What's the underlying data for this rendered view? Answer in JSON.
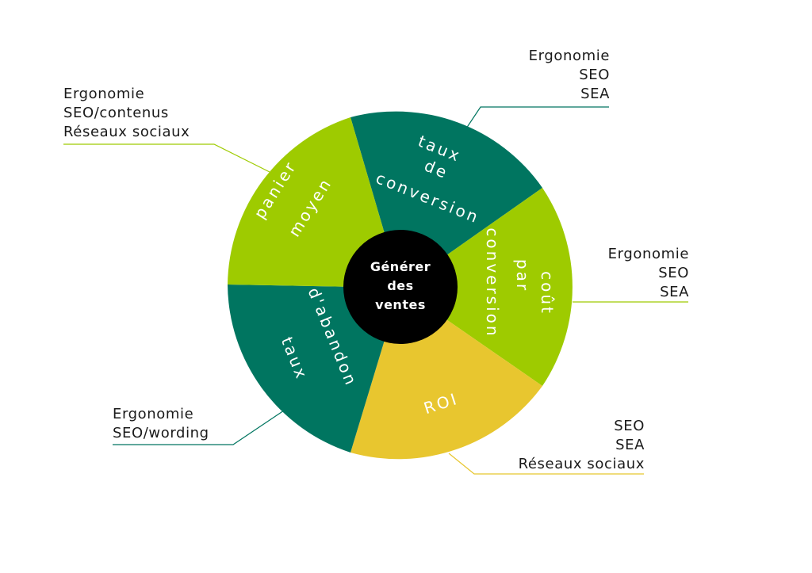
{
  "center": {
    "lines": [
      "Générer",
      "des",
      "ventes"
    ]
  },
  "segments": [
    {
      "id": "taux-conversion",
      "lines": [
        "taux",
        "de",
        "conversion"
      ],
      "color": "#007560"
    },
    {
      "id": "cout-conversion",
      "lines": [
        "coût",
        "par",
        "conversion"
      ],
      "color": "#9ecb00"
    },
    {
      "id": "roi",
      "lines": [
        "ROI"
      ],
      "color": "#e8c62f"
    },
    {
      "id": "taux-abandon",
      "lines": [
        "taux",
        "d'abandon"
      ],
      "color": "#007560"
    },
    {
      "id": "panier-moyen",
      "lines": [
        "panier",
        "moyen"
      ],
      "color": "#9ecb00"
    }
  ],
  "annotations": {
    "taux_conversion": [
      "Ergonomie",
      "SEO",
      "SEA"
    ],
    "cout_conversion": [
      "Ergonomie",
      "SEO",
      "SEA"
    ],
    "roi": [
      "SEO",
      "SEA",
      "Réseaux sociaux"
    ],
    "taux_abandon": [
      "Ergonomie",
      "SEO/wording"
    ],
    "panier_moyen": [
      "Ergonomie",
      "SEO/contenus",
      "Réseaux sociaux"
    ]
  },
  "colors": {
    "dark_green": "#007560",
    "lime": "#9ecb00",
    "yellow": "#e8c62f",
    "center": "#000000",
    "label_text": "#ffffff"
  }
}
